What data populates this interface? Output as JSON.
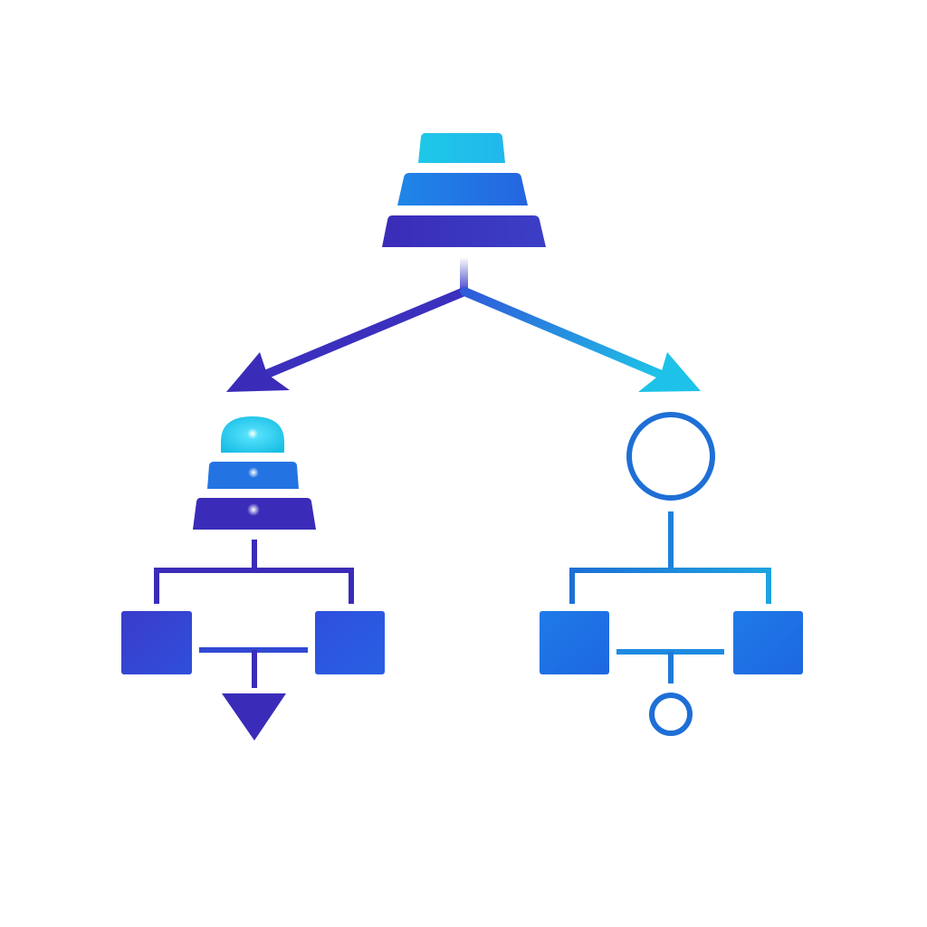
{
  "diagram": {
    "background": "#ffffff",
    "colors": {
      "cyan": "#1ec8e8",
      "blue": "#1f73e6",
      "royal": "#2d55de",
      "indigo": "#3a2cb8",
      "deep_indigo": "#3325b0",
      "outline_blue": "#1e6fd6"
    },
    "nodes": {
      "root": {
        "icon": "stacked-layers-icon",
        "tiers": 3
      },
      "left_branch": {
        "icon": "dome-stack-icon",
        "tiers": 3,
        "terminal": "triangle-down-icon"
      },
      "right_branch": {
        "icon": "circle-node-icon",
        "terminal": "small-circle-icon"
      }
    },
    "arrows": [
      "arrow-to-left-branch",
      "arrow-to-right-branch"
    ]
  }
}
